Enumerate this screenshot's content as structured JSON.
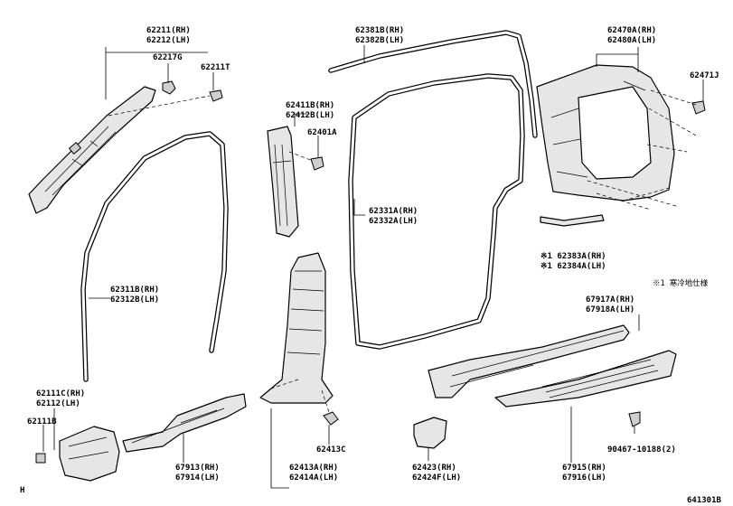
{
  "labels": {
    "p62211": "62211(RH)",
    "p62212": "62212(LH)",
    "p62217G": "62217G",
    "p62211T": "62211T",
    "p62381B": "62381B(RH)",
    "p62382B": "62382B(LH)",
    "p62470A": "62470A(RH)",
    "p62480A": "62480A(LH)",
    "p62471J": "62471J",
    "p62411B": "62411B(RH)",
    "p62412B": "62412B(LH)",
    "p62401A": "62401A",
    "p62331A": "62331A(RH)",
    "p62332A": "62332A(LH)",
    "p62383A": "※1 62383A(RH)",
    "p62384A": "※1 62384A(LH)",
    "note1": "※1 寒冷地仕様",
    "p62311B": "62311B(RH)",
    "p62312B": "62312B(LH)",
    "p67917A": "67917A(RH)",
    "p67918A": "67918A(LH)",
    "p62111C": "62111C(RH)",
    "p62112": "62112(LH)",
    "p62111B": "62111B",
    "p67913": "67913(RH)",
    "p67914": "67914(LH)",
    "p62413A": "62413A(RH)",
    "p62414A": "62414A(LH)",
    "p62413C": "62413C",
    "p62423": "62423(RH)",
    "p62424F": "62424F(LH)",
    "p90467": "90467-10188(2)",
    "p67915": "67915(RH)",
    "p67916": "67916(LH)",
    "corner_h": "H",
    "figure_code": "641301B"
  }
}
